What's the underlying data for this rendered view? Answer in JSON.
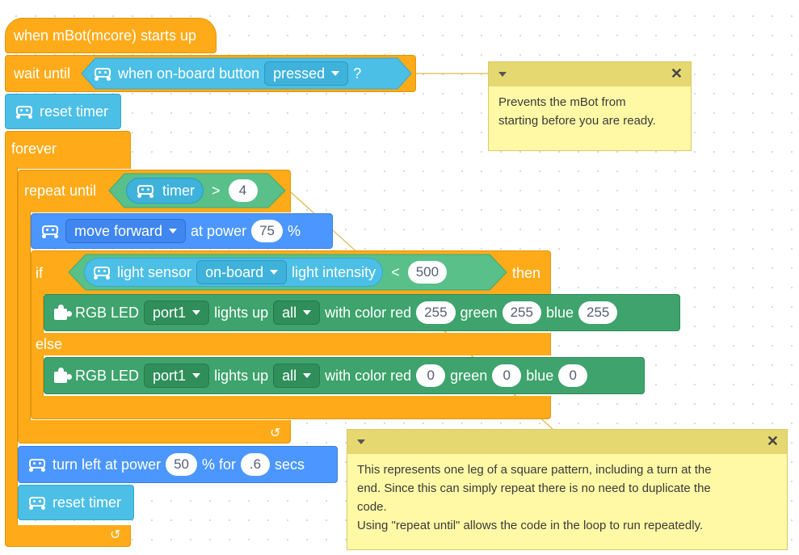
{
  "hat": {
    "label": "when mBot(mcore) starts up"
  },
  "wait_until": {
    "label": "wait until",
    "condition": {
      "label": "when on-board button",
      "value": "pressed",
      "suffix": "?"
    }
  },
  "reset_timer_1": {
    "label": "reset timer"
  },
  "forever": {
    "label": "forever"
  },
  "repeat_until": {
    "label": "repeat until",
    "reporter": "timer",
    "operator": ">",
    "value": "4"
  },
  "move": {
    "action": "move forward",
    "at_power": "at power",
    "power": "75",
    "unit": "%"
  },
  "if_block": {
    "if_label": "if",
    "sensor": "light sensor",
    "port": "on-board",
    "measure": "light intensity",
    "operator": "<",
    "value": "500",
    "then_label": "then",
    "else_label": "else"
  },
  "led_1": {
    "label": "RGB LED",
    "port": "port1",
    "lights_up": "lights up",
    "which": "all",
    "with_red": "with color red",
    "red": "255",
    "green_label": "green",
    "green": "255",
    "blue_label": "blue",
    "blue": "255"
  },
  "led_2": {
    "label": "RGB LED",
    "port": "port1",
    "lights_up": "lights up",
    "which": "all",
    "with_red": "with color red",
    "red": "0",
    "green_label": "green",
    "green": "0",
    "blue_label": "blue",
    "blue": "0"
  },
  "turn": {
    "label": "turn left at power",
    "power": "50",
    "for_label": "% for",
    "secs_value": ".6",
    "secs_label": "secs"
  },
  "reset_timer_2": {
    "label": "reset timer"
  },
  "comment_1": {
    "text1": "Prevents the mBot from",
    "text2": "starting before you are ready."
  },
  "comment_2": {
    "text1": "This represents one leg of a square pattern, including a turn at the",
    "text2": "end. Since this can simply repeat there is no need to duplicate the",
    "text3": "code.",
    "text4": "Using \"repeat until\" allows the code in the loop to run repeatedly."
  },
  "icons": {
    "loop_arrow": "loop-arrow-icon",
    "close": "close-icon",
    "collapse": "collapse-triangle-icon"
  },
  "colors": {
    "events": "#ffab19",
    "motion": "#4c97ff",
    "timer": "#4cbfe6",
    "operators": "#59c08a",
    "extension": "#3ea36c",
    "comment": "#fff9a6"
  }
}
